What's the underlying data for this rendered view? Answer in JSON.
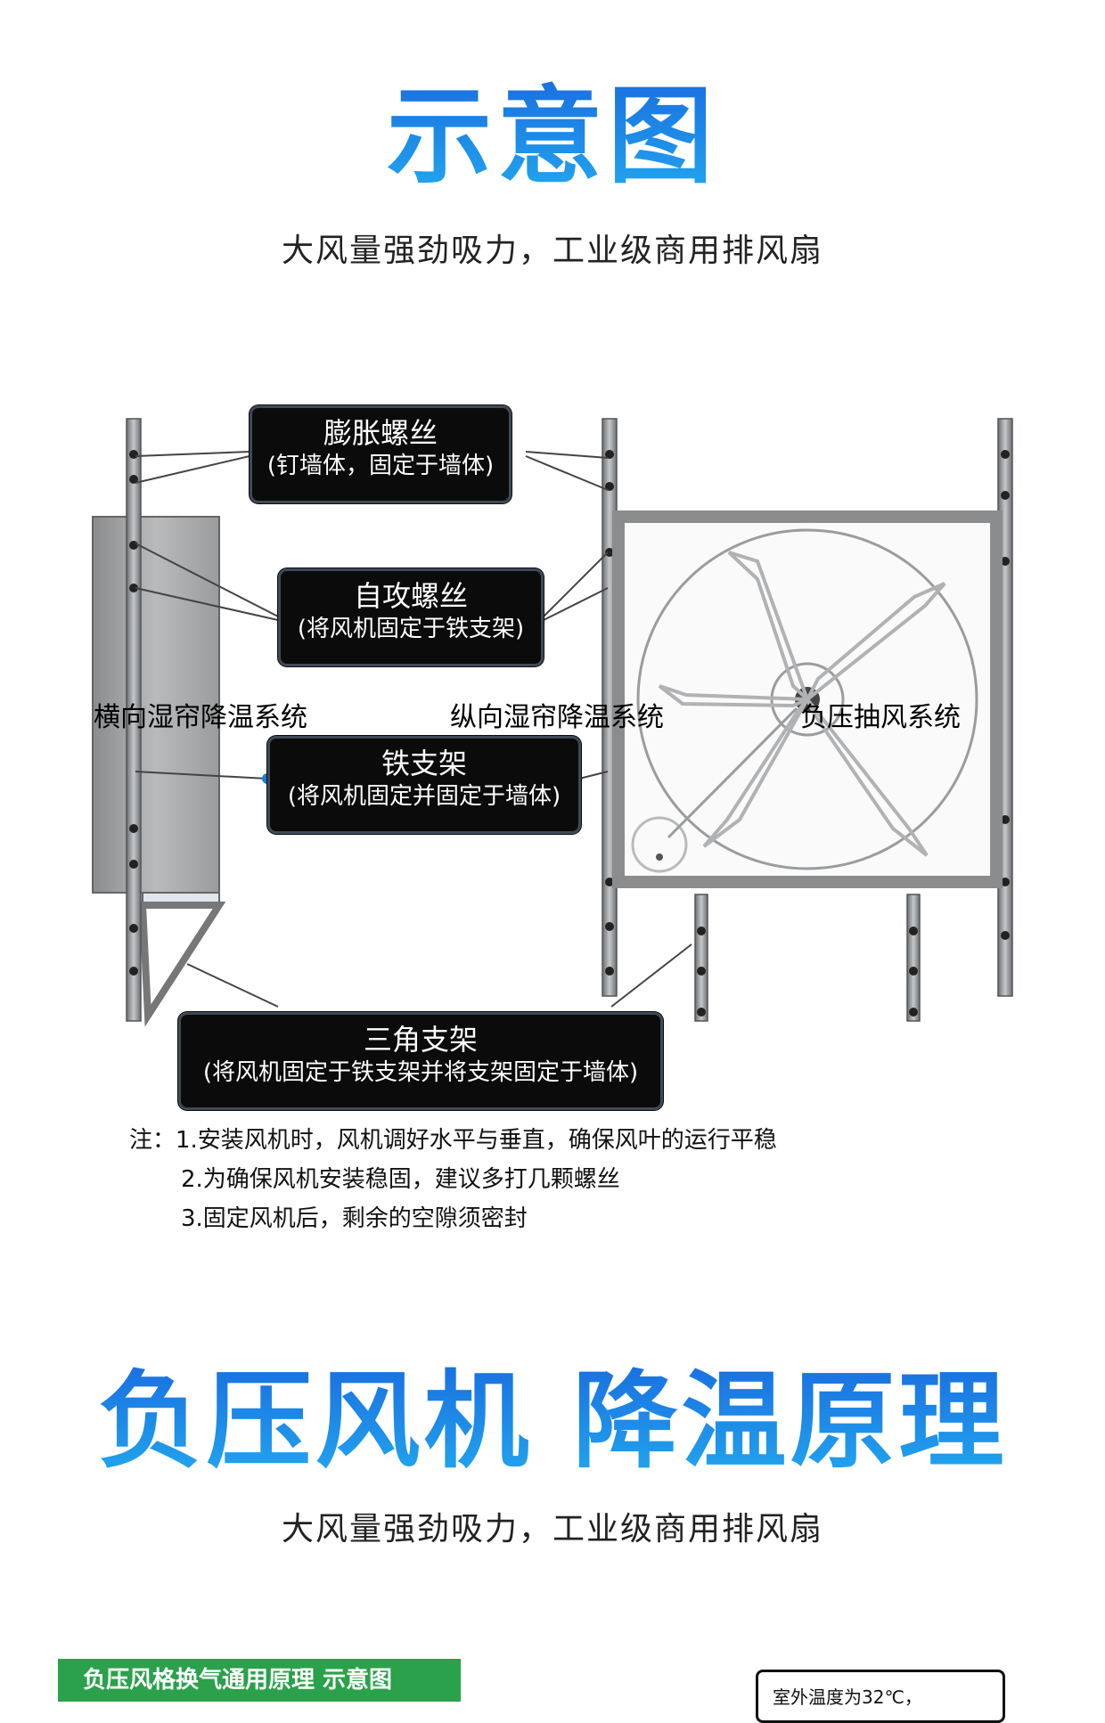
{
  "section1": {
    "title": "示意图",
    "subtitle": "大风量强劲吸力，工业级商用排风扇"
  },
  "diagram": {
    "callouts": [
      {
        "title": "膨胀螺丝",
        "sub": "(钉墙体，固定于墙体)"
      },
      {
        "title": "自攻螺丝",
        "sub": "(将风机固定于铁支架)"
      },
      {
        "title": "铁支架",
        "sub": "(将风机固定并固定于墙体)"
      },
      {
        "title": "三角支架",
        "sub": "(将风机固定于铁支架并将支架固定于墙体)"
      }
    ],
    "labels": {
      "horizontal": "横向湿帘降温系统",
      "vertical": "纵向湿帘降温系统",
      "negative": "负压抽风系统"
    }
  },
  "notes": {
    "line1": "注：1.安装风机时，风机调好水平与垂直，确保风叶的运行平稳",
    "line2": "2.为确保风机安装稳固，建议多打几颗螺丝",
    "line3": "3.固定风机后，剩余的空隙须密封"
  },
  "section2": {
    "title": "负压风机 降温原理",
    "subtitle": "大风量强劲吸力，工业级商用排风扇"
  },
  "bottom": {
    "tag": "负压风格换气通用原理 示意图",
    "temp_text": "室外温度为32℃，"
  },
  "colors": {
    "title_blue": "#1a7fe0",
    "callout_bg": "#0b0b0b",
    "tag_green": "#2aa14a"
  }
}
